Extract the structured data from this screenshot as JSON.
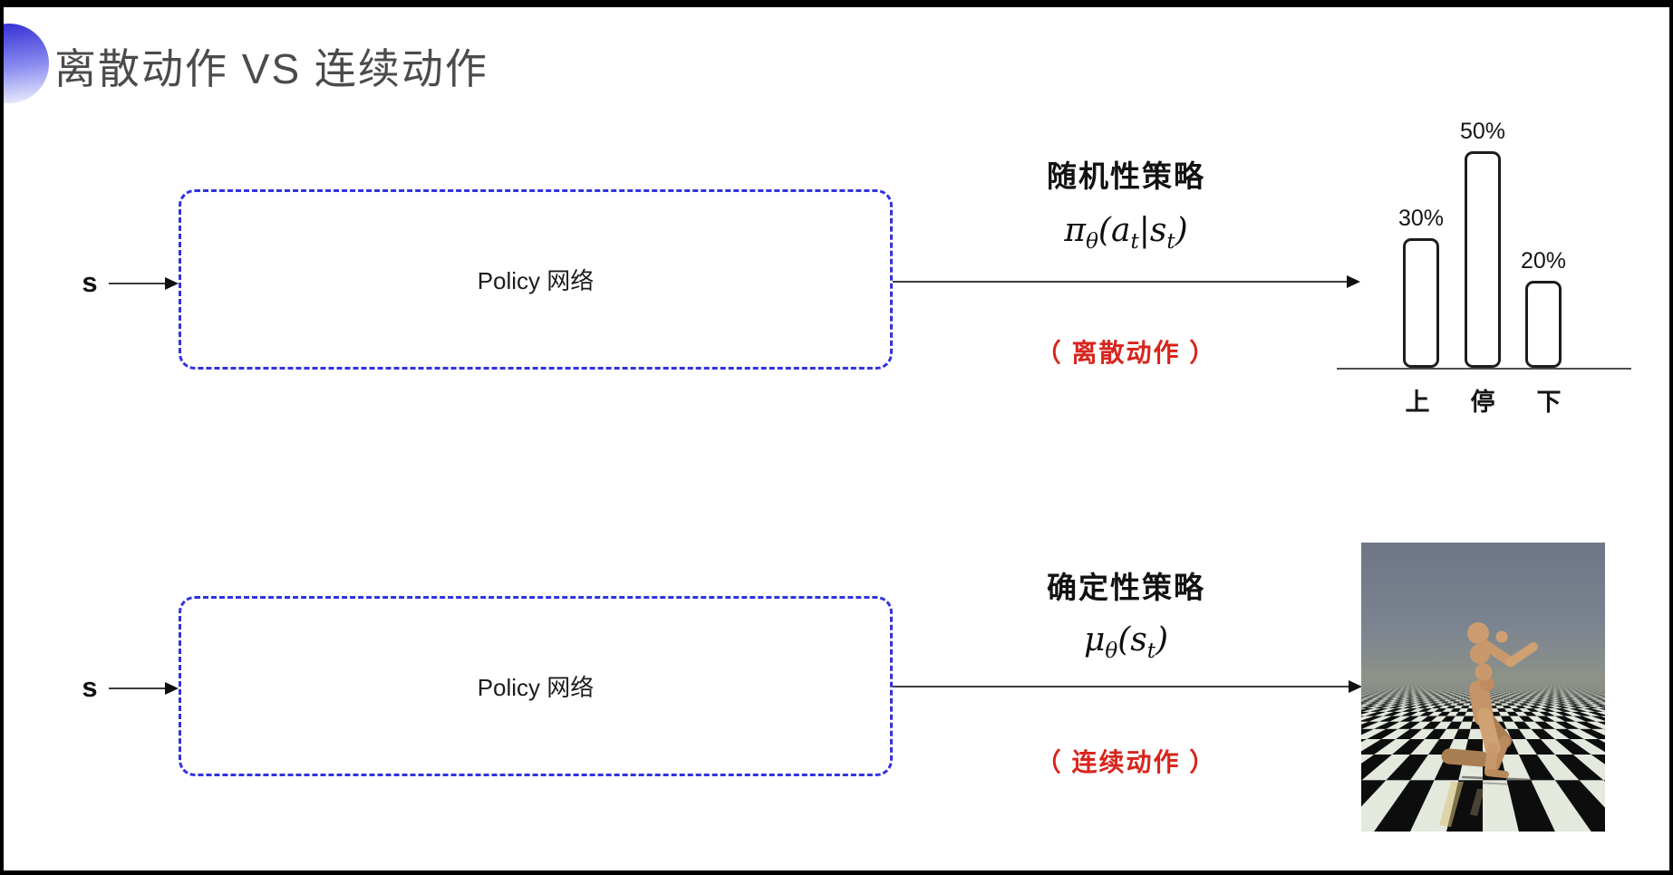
{
  "slide": {
    "title": "离散动作 VS 连续动作"
  },
  "stochastic_row": {
    "input_label": "s",
    "box_label": "Policy 网络",
    "policy_title": "随机性策略",
    "formula": {
      "sym": "π",
      "sub": "θ",
      "p1": "(",
      "v1": "a",
      "s1": "t",
      "bar": "|",
      "v2": "s",
      "s2": "t",
      "p2": ")"
    },
    "action_type": "（ 离散动作 ）"
  },
  "deterministic_row": {
    "input_label": "s",
    "box_label": "Policy 网络",
    "policy_title": "确定性策略",
    "formula": {
      "sym": "μ",
      "sub": "θ",
      "p1": "(",
      "v1": "s",
      "s1": "t",
      "p2": ")"
    },
    "action_type": "（ 连续动作 ）"
  },
  "chart_data": {
    "type": "bar",
    "title": "",
    "xlabel": "",
    "ylabel": "",
    "categories": [
      "上",
      "停",
      "下"
    ],
    "values": [
      30,
      50,
      20
    ],
    "labels": [
      "30%",
      "50%",
      "20%"
    ],
    "ylim": [
      0,
      55
    ],
    "grid": false,
    "legend": false,
    "bar_fill": "#ffffff",
    "bar_border": "#1d1d1d"
  },
  "colors": {
    "accent_blue": "#3232e0",
    "title_gray": "#4b4b4b",
    "red_label": "#d8251c",
    "robot_sky": "#6f7787",
    "robot_tile_light": "#e4e9de",
    "robot_tile_dark": "#0d0d0d",
    "robot_body": "#c9996d"
  }
}
